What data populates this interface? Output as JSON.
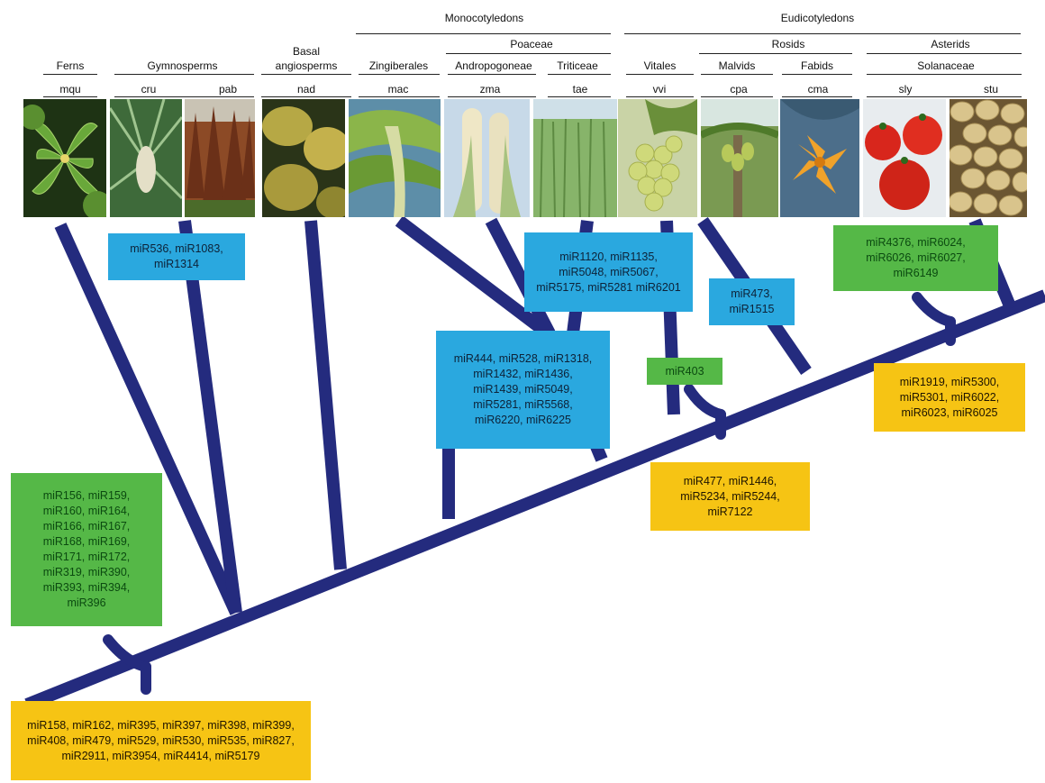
{
  "colors": {
    "tree": "#242b7e",
    "green_box": "#55b847",
    "blue_box": "#2aa8df",
    "yellow_box": "#f6c414"
  },
  "groups": {
    "monocots": "Monocotyledons",
    "eudicots": "Eudicotyledons",
    "poaceae": "Poaceae",
    "rosids": "Rosids",
    "asterids": "Asterids",
    "solanaceae": "Solanaceae"
  },
  "lineages": {
    "ferns": "Ferns",
    "gymnosperms": "Gymnosperms",
    "basal_line1": "Basal",
    "basal_line2": "angiosperms",
    "zingiberales": "Zingiberales",
    "andropogoneae": "Andropogoneae",
    "triticeae": "Triticeae",
    "vitales": "Vitales",
    "malvids": "Malvids",
    "fabids": "Fabids"
  },
  "species": [
    "mqu",
    "cru",
    "pab",
    "nad",
    "mac",
    "zma",
    "tae",
    "vvi",
    "cpa",
    "cma",
    "sly",
    "stu"
  ],
  "photos": [
    "water clover leaves",
    "cycad cone",
    "conifer trees",
    "water lily pads",
    "banana plant",
    "maize ears",
    "wheat field",
    "grapes",
    "papaya tree",
    "squash flower",
    "tomatoes",
    "potatoes"
  ],
  "boxes": {
    "root_conserved": "miR158, miR162, miR395, miR397, miR398, miR399, miR408, miR479, miR529, miR530, miR535, miR827, miR2911, miR3954, miR4414, miR5179",
    "root_gained": "miR156, miR159, miR160, miR164, miR166, miR167, miR168, miR169, miR171, miR172, miR319, miR390, miR393, miR394, miR396",
    "gymnosperms": "miR536, miR1083, miR1314",
    "poaceae": "miR444, miR528, miR1318, miR1432, miR1436, miR1439, miR5049, miR5281, miR5568, miR6220, miR6225",
    "triticeae": "miR1120, miR1135, miR5048, miR5067, miR5175, miR5281 miR6201",
    "eudicot_gained": "miR403",
    "eudicot_lost": "miR477, miR1446, miR5234, miR5244, miR7122",
    "malvids": "miR473, miR1515",
    "solanaceae_gained": "miR4376, miR6024, miR6026, miR6027, miR6149",
    "solanaceae_lost": "miR1919, miR5300, miR5301, miR6022, miR6023, miR6025"
  }
}
